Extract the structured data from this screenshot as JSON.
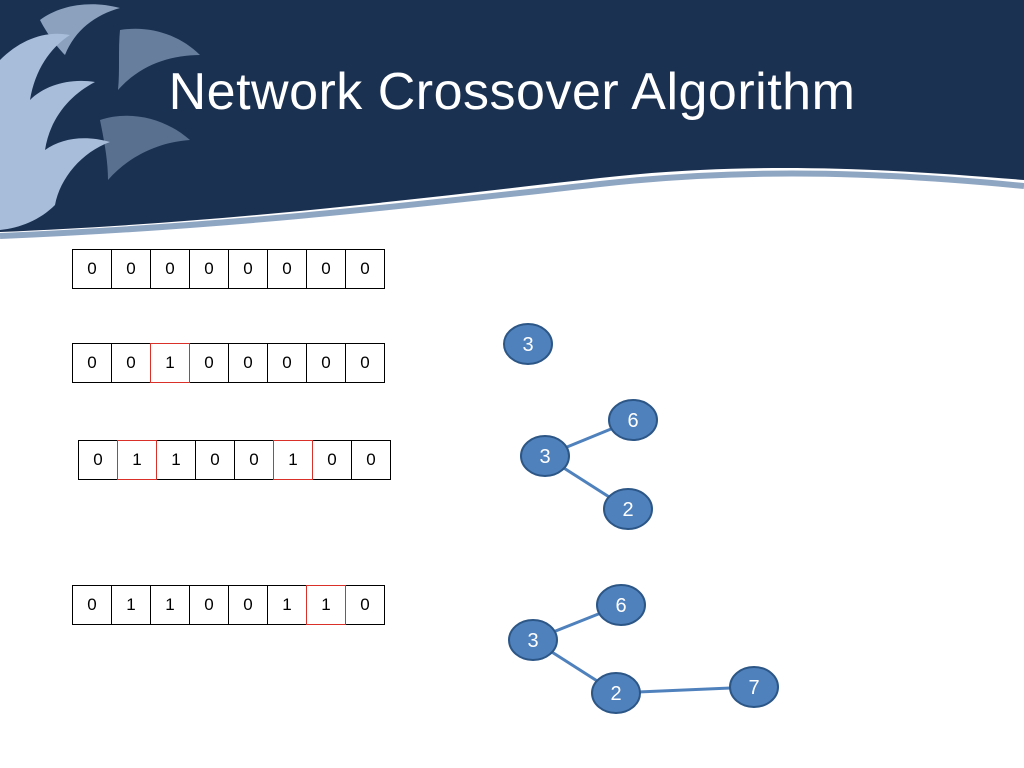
{
  "slide": {
    "title": "Network Crossover Algorithm",
    "colors": {
      "header": "#1b3152",
      "node_fill": "#4f81bd",
      "node_stroke": "#2c5686",
      "edge": "#4f81bd",
      "highlight": "#d9302a"
    }
  },
  "arrays": [
    {
      "values": [
        "0",
        "0",
        "0",
        "0",
        "0",
        "0",
        "0",
        "0"
      ],
      "highlighted_indices": []
    },
    {
      "values": [
        "0",
        "0",
        "1",
        "0",
        "0",
        "0",
        "0",
        "0"
      ],
      "highlighted_indices": [
        2
      ]
    },
    {
      "values": [
        "0",
        "1",
        "1",
        "0",
        "0",
        "1",
        "0",
        "0"
      ],
      "highlighted_indices": [
        1,
        5
      ]
    },
    {
      "values": [
        "0",
        "1",
        "1",
        "0",
        "0",
        "1",
        "1",
        "0"
      ],
      "highlighted_indices": [
        6
      ]
    }
  ],
  "graphs": [
    {
      "nodes": [
        {
          "label": "3"
        }
      ],
      "edges": []
    },
    {
      "nodes": [
        {
          "label": "6"
        },
        {
          "label": "3"
        },
        {
          "label": "2"
        }
      ],
      "edges": [
        [
          "3",
          "6"
        ],
        [
          "3",
          "2"
        ]
      ]
    },
    {
      "nodes": [
        {
          "label": "6"
        },
        {
          "label": "3"
        },
        {
          "label": "2"
        },
        {
          "label": "7"
        }
      ],
      "edges": [
        [
          "3",
          "6"
        ],
        [
          "3",
          "2"
        ],
        [
          "2",
          "7"
        ]
      ]
    }
  ]
}
